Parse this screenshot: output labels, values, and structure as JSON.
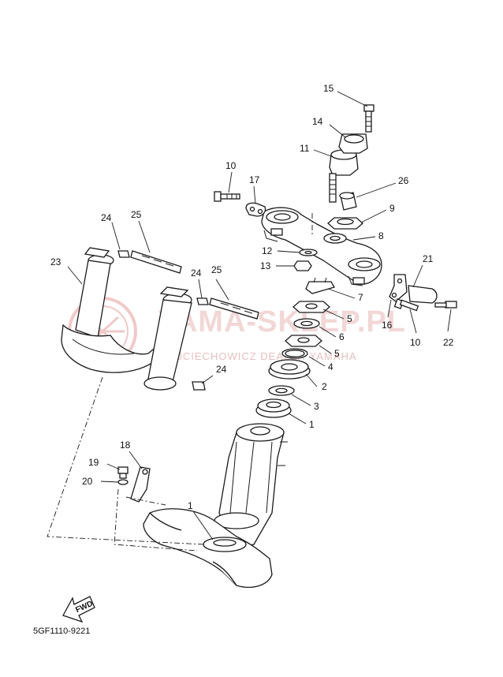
{
  "diagram": {
    "drawing_code": "5GF1110-9221",
    "fwd_label": "FWD",
    "watermark": {
      "title": "YAMA-SKLEP.PL",
      "subtitle": "WOJCIECHOWICZ DEALER YAMAHA",
      "logo_color": "#e08a8a"
    },
    "callouts": {
      "n1a": "1",
      "n1b": "1",
      "n2": "2",
      "n3": "3",
      "n4": "4",
      "n5a": "5",
      "n5b": "5",
      "n6": "6",
      "n7": "7",
      "n8": "8",
      "n9": "9",
      "n10a": "10",
      "n10b": "10",
      "n11": "11",
      "n12": "12",
      "n13": "13",
      "n14": "14",
      "n15": "15",
      "n16": "16",
      "n17": "17",
      "n18": "18",
      "n19": "19",
      "n20": "20",
      "n21": "21",
      "n22": "22",
      "n23": "23",
      "n24a": "24",
      "n24b": "24",
      "n24c": "24",
      "n25a": "25",
      "n25b": "25",
      "n26": "26"
    }
  }
}
